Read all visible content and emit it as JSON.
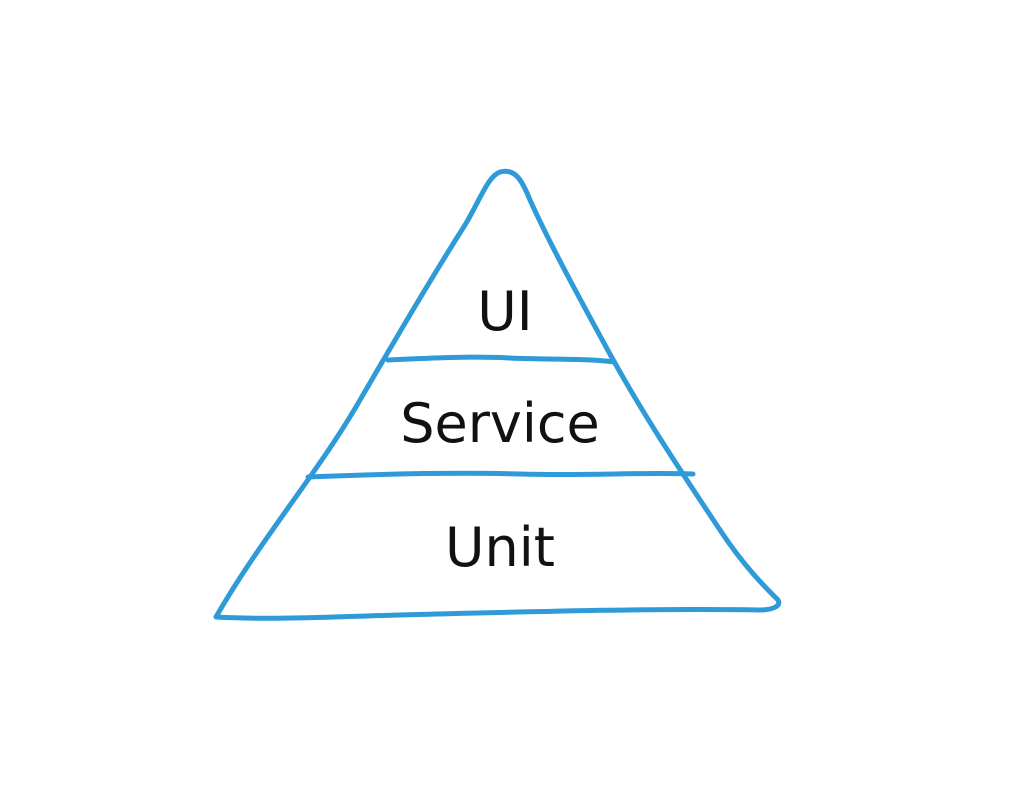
{
  "diagram": {
    "type": "pyramid",
    "stroke_color": "#2e9ad8",
    "text_color": "#111111",
    "layers": [
      {
        "label": "UI"
      },
      {
        "label": "Service"
      },
      {
        "label": "Unit"
      }
    ]
  }
}
